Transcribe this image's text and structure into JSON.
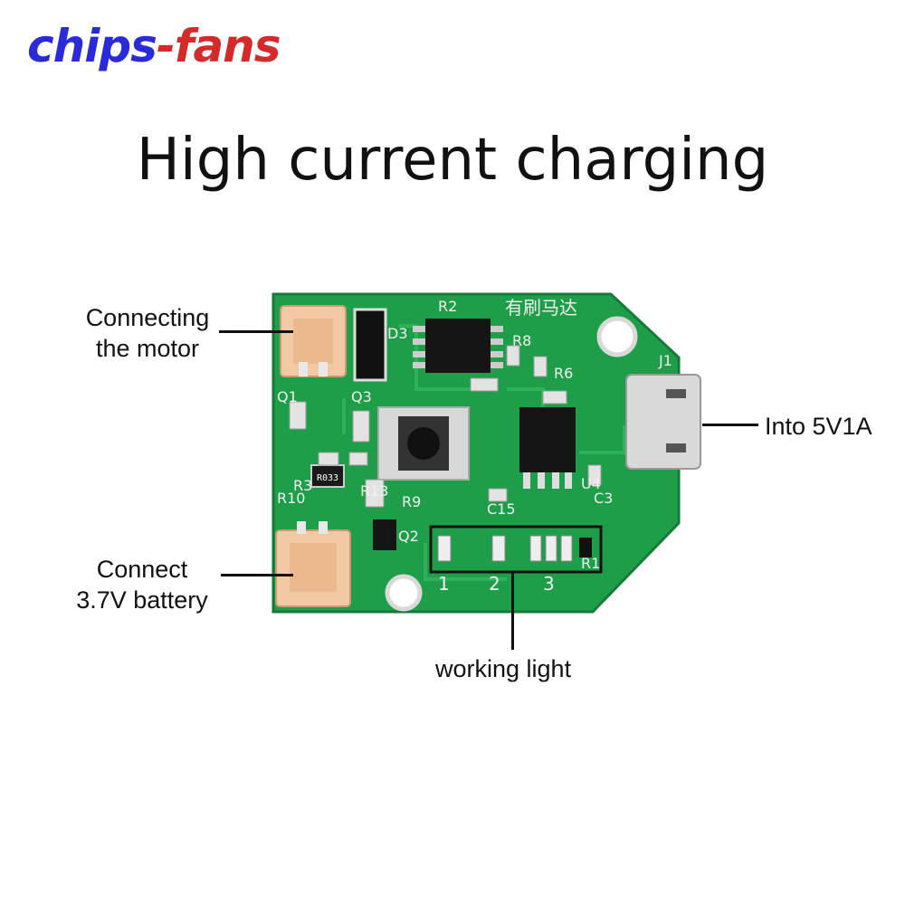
{
  "brand": {
    "part1": "chips",
    "part2": "-fans"
  },
  "title": "High current charging",
  "callouts": {
    "motor_line1": "Connecting",
    "motor_line2": "the motor",
    "battery_line1": "Connect",
    "battery_line2": "3.7V battery",
    "input": "Into 5V1A",
    "light": "working light"
  },
  "board": {
    "silkscreen_chinese": "有刷马达",
    "refs": [
      "R2",
      "R8",
      "R6",
      "D3",
      "Q1",
      "Q3",
      "R10",
      "R3",
      "R13",
      "R9",
      "Q2",
      "C15",
      "U4",
      "C3",
      "J1",
      "R1"
    ],
    "resistor_marking": "R033",
    "led_labels": [
      "1",
      "2",
      "3"
    ]
  },
  "colors": {
    "pcb": "#1f9e4a",
    "pcb_dark": "#167a39",
    "connector": "#f3c9a3",
    "ink": "#111111",
    "brand_blue": "#2a2ad8",
    "brand_red": "#d42a2a"
  }
}
